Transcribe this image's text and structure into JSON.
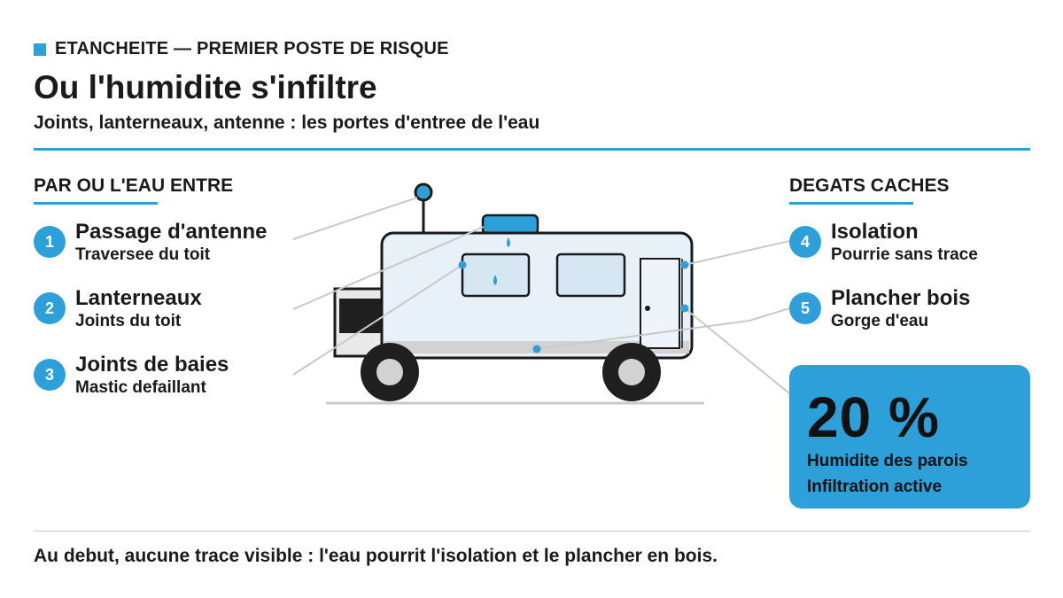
{
  "header": {
    "kicker": "ETANCHEITE — PREMIER POSTE DE RISQUE",
    "title": "Ou l'humidite s'infiltre",
    "subtitle": "Joints, lanterneaux, antenne : les portes d'entree de l'eau"
  },
  "left": {
    "title": "PAR OU L'EAU ENTRE",
    "items": [
      {
        "num": "1",
        "label": "Passage d'antenne",
        "sub": "Traversee du toit"
      },
      {
        "num": "2",
        "label": "Lanterneaux",
        "sub": "Joints du toit"
      },
      {
        "num": "3",
        "label": "Joints de baies",
        "sub": "Mastic defaillant"
      }
    ]
  },
  "right": {
    "title": "DEGATS CACHES",
    "items": [
      {
        "num": "4",
        "label": "Isolation",
        "sub": "Pourrie sans trace"
      },
      {
        "num": "5",
        "label": "Plancher bois",
        "sub": "Gorge d'eau"
      }
    ]
  },
  "callout": {
    "value": "20 %",
    "line1": "Humidite des parois",
    "line2": "Infiltration active"
  },
  "footer": "Au debut, aucune trace visible : l'eau pourrit l'isolation et le plancher en bois.",
  "colors": {
    "accent": "#2d9fd9",
    "body_fill": "#e8f1f8",
    "outline": "#1a1a1a",
    "window_fill": "#d6e6f2",
    "leader": "#c9c9c9"
  }
}
